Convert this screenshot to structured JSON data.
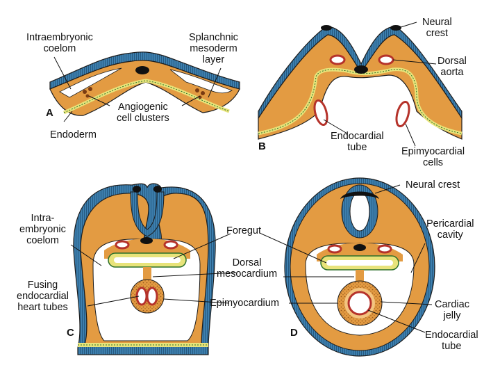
{
  "colors": {
    "ectoderm": "#3d7fae",
    "ectoderm_dark": "#1f4f74",
    "mesoderm": "#e39b42",
    "mesoderm_dot": "#9a5a1d",
    "endoderm": "#e8e37a",
    "endoderm_line": "#2b6f2a",
    "vessel": "#b5322a",
    "notochord": "#111111",
    "coelom": "#ffffff",
    "outline": "#1d1d1d"
  },
  "panels": {
    "A": {
      "letter": "A",
      "labels": {
        "intraembryonic_coelom": "Intraembryonic\ncoelom",
        "splanchnic_mesoderm": "Splanchnic\nmesoderm\nlayer",
        "angiogenic_clusters": "Angiogenic\ncell clusters",
        "endoderm": "Endoderm"
      }
    },
    "B": {
      "letter": "B",
      "labels": {
        "neural_crest": "Neural\ncrest",
        "dorsal_aorta": "Dorsal\naorta",
        "endocardial_tube": "Endocardial\ntube",
        "epimyocardial_cells": "Epimyocardial\ncells"
      }
    },
    "C": {
      "letter": "C",
      "labels": {
        "intraembryonic_coelom": "Intra-\nembryonic\ncoelom",
        "fusing_tubes": "Fusing\nendocardial\nheart tubes"
      }
    },
    "D": {
      "letter": "D",
      "labels": {
        "neural_crest": "Neural crest",
        "pericardial_cavity": "Pericardial\ncavity",
        "cardiac_jelly": "Cardiac\njelly",
        "endocardial_tube": "Endocardial\ntube"
      }
    },
    "shared": {
      "foregut": "Foregut",
      "dorsal_mesocardium": "Dorsal\nmesocardium",
      "epimyocardium": "Epimyocardium"
    }
  }
}
